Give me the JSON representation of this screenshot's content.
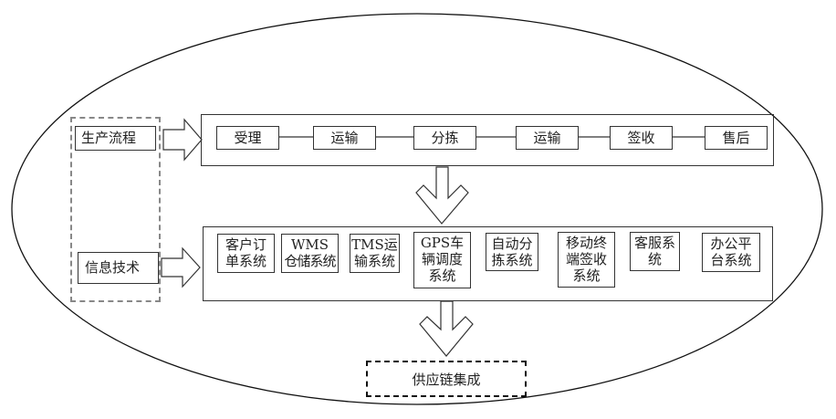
{
  "diagram": {
    "left_labels": {
      "production": "生产流程",
      "info_tech": "信息技术"
    },
    "process_steps": [
      "受理",
      "运输",
      "分拣",
      "运输",
      "签收",
      "售后"
    ],
    "systems": [
      {
        "line1": "客户订",
        "line2": "单系统",
        "line3": ""
      },
      {
        "line1": "WMS",
        "line2": "仓储系统",
        "line3": ""
      },
      {
        "line1": "TMS运",
        "line2": "输系统",
        "line3": ""
      },
      {
        "line1": "GPS车",
        "line2": "辆调度",
        "line3": "系统"
      },
      {
        "line1": "自动分",
        "line2": "拣系统",
        "line3": ""
      },
      {
        "line1": "移动终",
        "line2": "端签收",
        "line3": "系统"
      },
      {
        "line1": "客服系",
        "line2": "统",
        "line3": ""
      },
      {
        "line1": "办公平",
        "line2": "台系统",
        "line3": ""
      }
    ],
    "result": "供应链集成"
  }
}
